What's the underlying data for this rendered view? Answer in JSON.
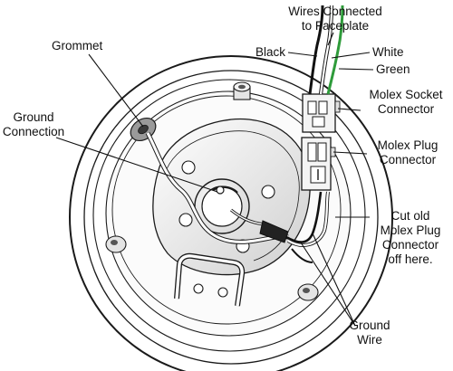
{
  "labels": {
    "wires_connected_line1": "Wires Connected",
    "wires_connected_line2": "to Faceplate",
    "black": "Black",
    "white": "White",
    "green": "Green",
    "grommet": "Grommet",
    "ground_connection_line1": "Ground",
    "ground_connection_line2": "Connection",
    "molex_socket_line1": "Molex Socket",
    "molex_socket_line2": "Connector",
    "molex_plug_line1": "Molex Plug",
    "molex_plug_line2": "Connector",
    "cut_old_line1": "Cut old",
    "cut_old_line2": "Molex Plug",
    "cut_old_line3": "Connector",
    "cut_old_line4": "off here.",
    "ground_wire_line1": "Ground",
    "ground_wire_line2": "Wire"
  },
  "colors": {
    "line": "#1a1a1a",
    "green_wire": "#2e9b3a",
    "black_wire": "#111111",
    "metal_shade": "#c8c8c8",
    "grommet_shade": "#8a8a8a"
  }
}
